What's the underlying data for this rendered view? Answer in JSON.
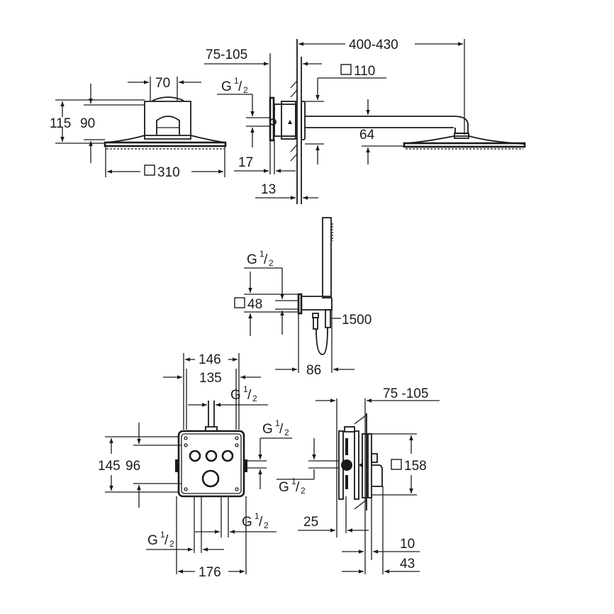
{
  "drawing": {
    "title": "Concealed shower system dimension drawing",
    "line_color": "#1a1a1a",
    "background": "#ffffff"
  },
  "head_front": {
    "width_70": "70",
    "height_115": "115",
    "height_90": "90",
    "square_310": "310"
  },
  "head_side": {
    "depth_75_105": "75-105",
    "thread_g": "G",
    "thread_num": "1",
    "thread_den": "2",
    "arm_400_430": "400-430",
    "square_110": "110",
    "offset_64": "64",
    "offset_17": "17",
    "offset_13": "13"
  },
  "hand_shower": {
    "thread_g": "G",
    "thread_num": "1",
    "thread_den": "2",
    "square_48": "48",
    "hose_1500": "1500",
    "depth_86": "86"
  },
  "valve_front": {
    "width_146": "146",
    "width_135": "135",
    "thread_top_g": "G",
    "thread_right_g": "G",
    "thread_bl_g": "G",
    "thread_br_g": "G",
    "num": "1",
    "den": "2",
    "height_145": "145",
    "height_96": "96",
    "width_176": "176"
  },
  "valve_side": {
    "depth_75_105": "75 -105",
    "thread_top_g": "G",
    "thread_bot_g": "G",
    "num": "1",
    "den": "2",
    "square_158": "158",
    "depth_25": "25",
    "depth_10": "10",
    "depth_43": "43"
  }
}
